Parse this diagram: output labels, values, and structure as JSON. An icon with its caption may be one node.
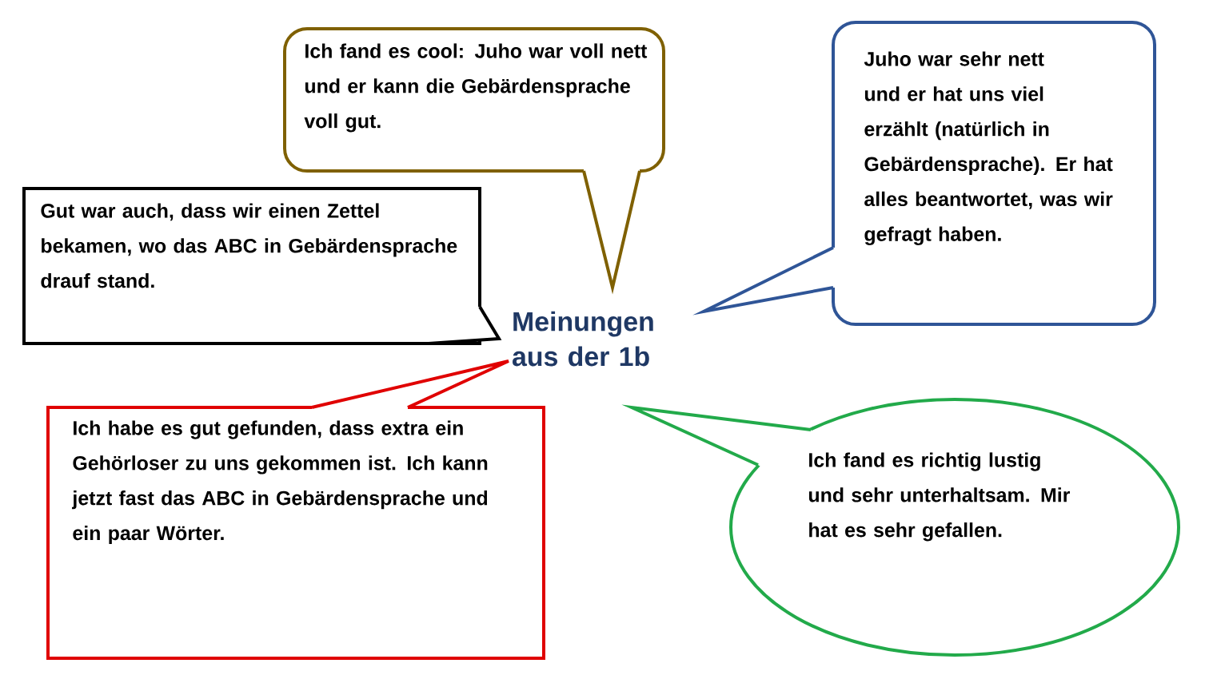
{
  "diagram": {
    "nodes": [
      {
        "text": [
          "Ich fand es cool: Juho war voll nett und er kann die Gebärdensprache voll gut."
        ]
      },
      {
        "text": [
          "Juho war sehr nett und er hat uns viel erzählt (natürlich in Gebärdensprache). Er hat alles beantwortet, was wir gefragt haben."
        ]
      },
      {
        "text": [
          "Gut war auch, dass wir einen Zettel bekamen, wo das ABC in Gebärdensprache drauf stand."
        ]
      },
      {
        "text": [
          "Meinungen aus der 1b"
        ]
      },
      {
        "text": [
          "Ich habe es gut gefunden, dass extra ein Gehörloser zu uns gekommen ist. Ich kann jetzt fast das ABC in Gebärdensprache und ein paar Wörter."
        ]
      },
      {
        "text": [
          "Ich fand es richtig lustig und sehr unterhaltsam. Mir hat es sehr gefallen."
        ]
      }
    ]
  }
}
